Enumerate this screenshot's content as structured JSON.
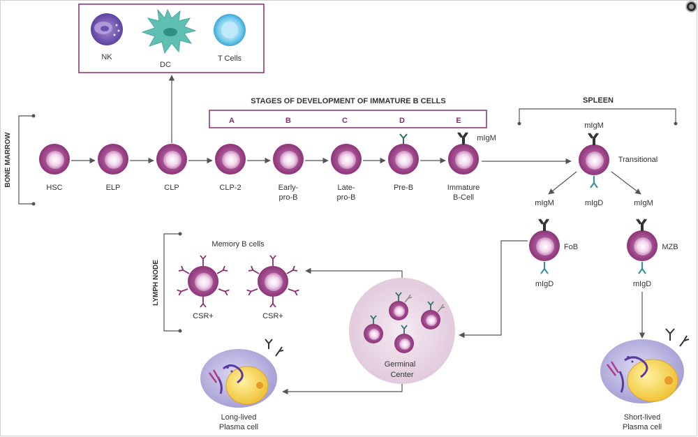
{
  "regions": {
    "bone_marrow": "BONE MARROW",
    "spleen": "SPLEEN",
    "lymph_node": "LYMPH NODE"
  },
  "stages_title": "STAGES OF DEVELOPMENT OF IMMATURE B CELLS",
  "stage_letters": [
    "A",
    "B",
    "C",
    "D",
    "E"
  ],
  "lineage_box": {
    "nk": "NK",
    "dc": "DC",
    "t_cells": "T Cells"
  },
  "marrow_cells": {
    "hsc": "HSC",
    "elp": "ELP",
    "clp": "CLP",
    "clp2": "CLP-2",
    "early_pro_b": [
      "Early-",
      "pro-B"
    ],
    "late_pro_b": [
      "Late-",
      "pro-B"
    ],
    "pre_b": "Pre-B",
    "immature_b": [
      "Immature",
      "B-Cell"
    ],
    "immature_receptor": "mIgM"
  },
  "spleen_cells": {
    "transitional": "Transitional",
    "transitional_top": "mIgM",
    "transitional_bottom": "mIgD",
    "fob": "FoB",
    "fob_top": "mIgM",
    "fob_bottom": "mIgD",
    "mzb": "MZB",
    "mzb_top": "mIgM",
    "mzb_bottom": "mIgD"
  },
  "memory": {
    "title": "Memory B cells",
    "csr_left": "CSR+",
    "csr_right": "CSR+"
  },
  "germinal_center": [
    "Germinal",
    "Center"
  ],
  "plasma": {
    "long_lived": [
      "Long-lived",
      "Plasma cell"
    ],
    "short_lived": [
      "Short-lived",
      "Plasma cell"
    ]
  },
  "colors": {
    "cell_body": "#9b3f86",
    "cell_light": "#f3dcef",
    "accent_purple": "#8a2a73",
    "receptor_dark": "#333333",
    "receptor_igd": "#3a8fa5",
    "dc_teal": "#5fbfb3",
    "germinal_bg": "#efe2ec"
  },
  "icons": {
    "arrow": "arrow-right-icon",
    "antibody": "y-antibody-icon",
    "plasma": "plasma-cell-icon"
  }
}
